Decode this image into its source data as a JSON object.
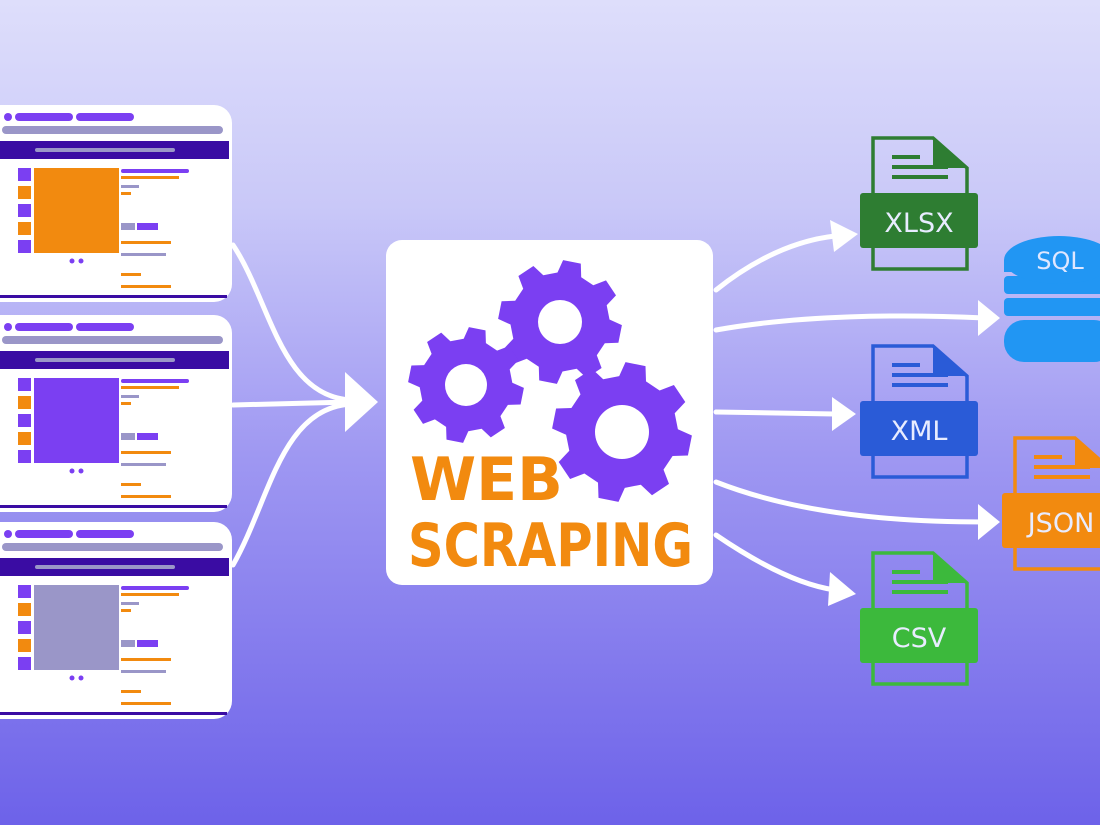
{
  "center": {
    "line1": "WEB",
    "line2": "SCRAPING",
    "text_color": "#f28a0f",
    "gear_color": "#7b3ff2"
  },
  "sources": [
    {
      "image_color": "#f28a0f"
    },
    {
      "image_color": "#7b3ff2"
    },
    {
      "image_color": "#9a96c8"
    }
  ],
  "outputs": {
    "xlsx": {
      "label": "XLSX",
      "color": "#2e7d32"
    },
    "sql": {
      "label": "SQL",
      "color": "#2196f3"
    },
    "xml": {
      "label": "XML",
      "color": "#2a5bd7"
    },
    "json": {
      "label": "JSON",
      "color": "#f28a0f"
    },
    "csv": {
      "label": "CSV",
      "color": "#3cb93c"
    }
  }
}
